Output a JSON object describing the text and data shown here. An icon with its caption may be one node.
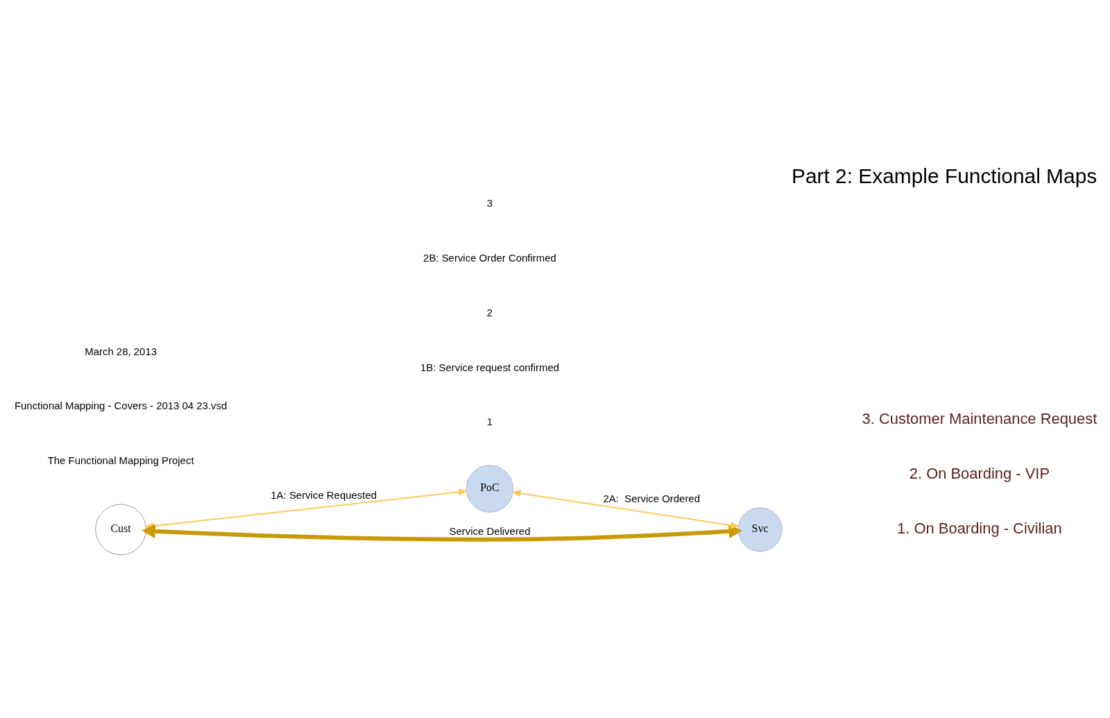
{
  "diagram": {
    "title": "Part 2: Example Functional Maps",
    "nodes": [
      {
        "text": [
          "Cust"
        ]
      },
      {
        "text": [
          "PoC"
        ]
      },
      {
        "text": [
          "Svc"
        ]
      }
    ],
    "edges": [
      {
        "from": 0,
        "to": 1,
        "arrow": "both",
        "label": "1A: Service Requested"
      },
      {
        "from": 1,
        "to": 2,
        "arrow": "both",
        "label": "2A:  Service Ordered"
      },
      {
        "from": 0,
        "to": 2,
        "arrow": "both",
        "label": "Service Delivered",
        "style": "thick",
        "color": "#c99a06"
      }
    ],
    "labels": [
      "1",
      "1B: Service request confirmed",
      "2",
      "2B: Service Order Confirmed",
      "3",
      "1. On Boarding - Civilian",
      "2. On Boarding - VIP",
      "3. Customer Maintenance Request",
      "The Functional Mapping Project",
      "Functional Mapping - Covers - 2013 04 23.vsd",
      "March 28, 2013"
    ]
  }
}
